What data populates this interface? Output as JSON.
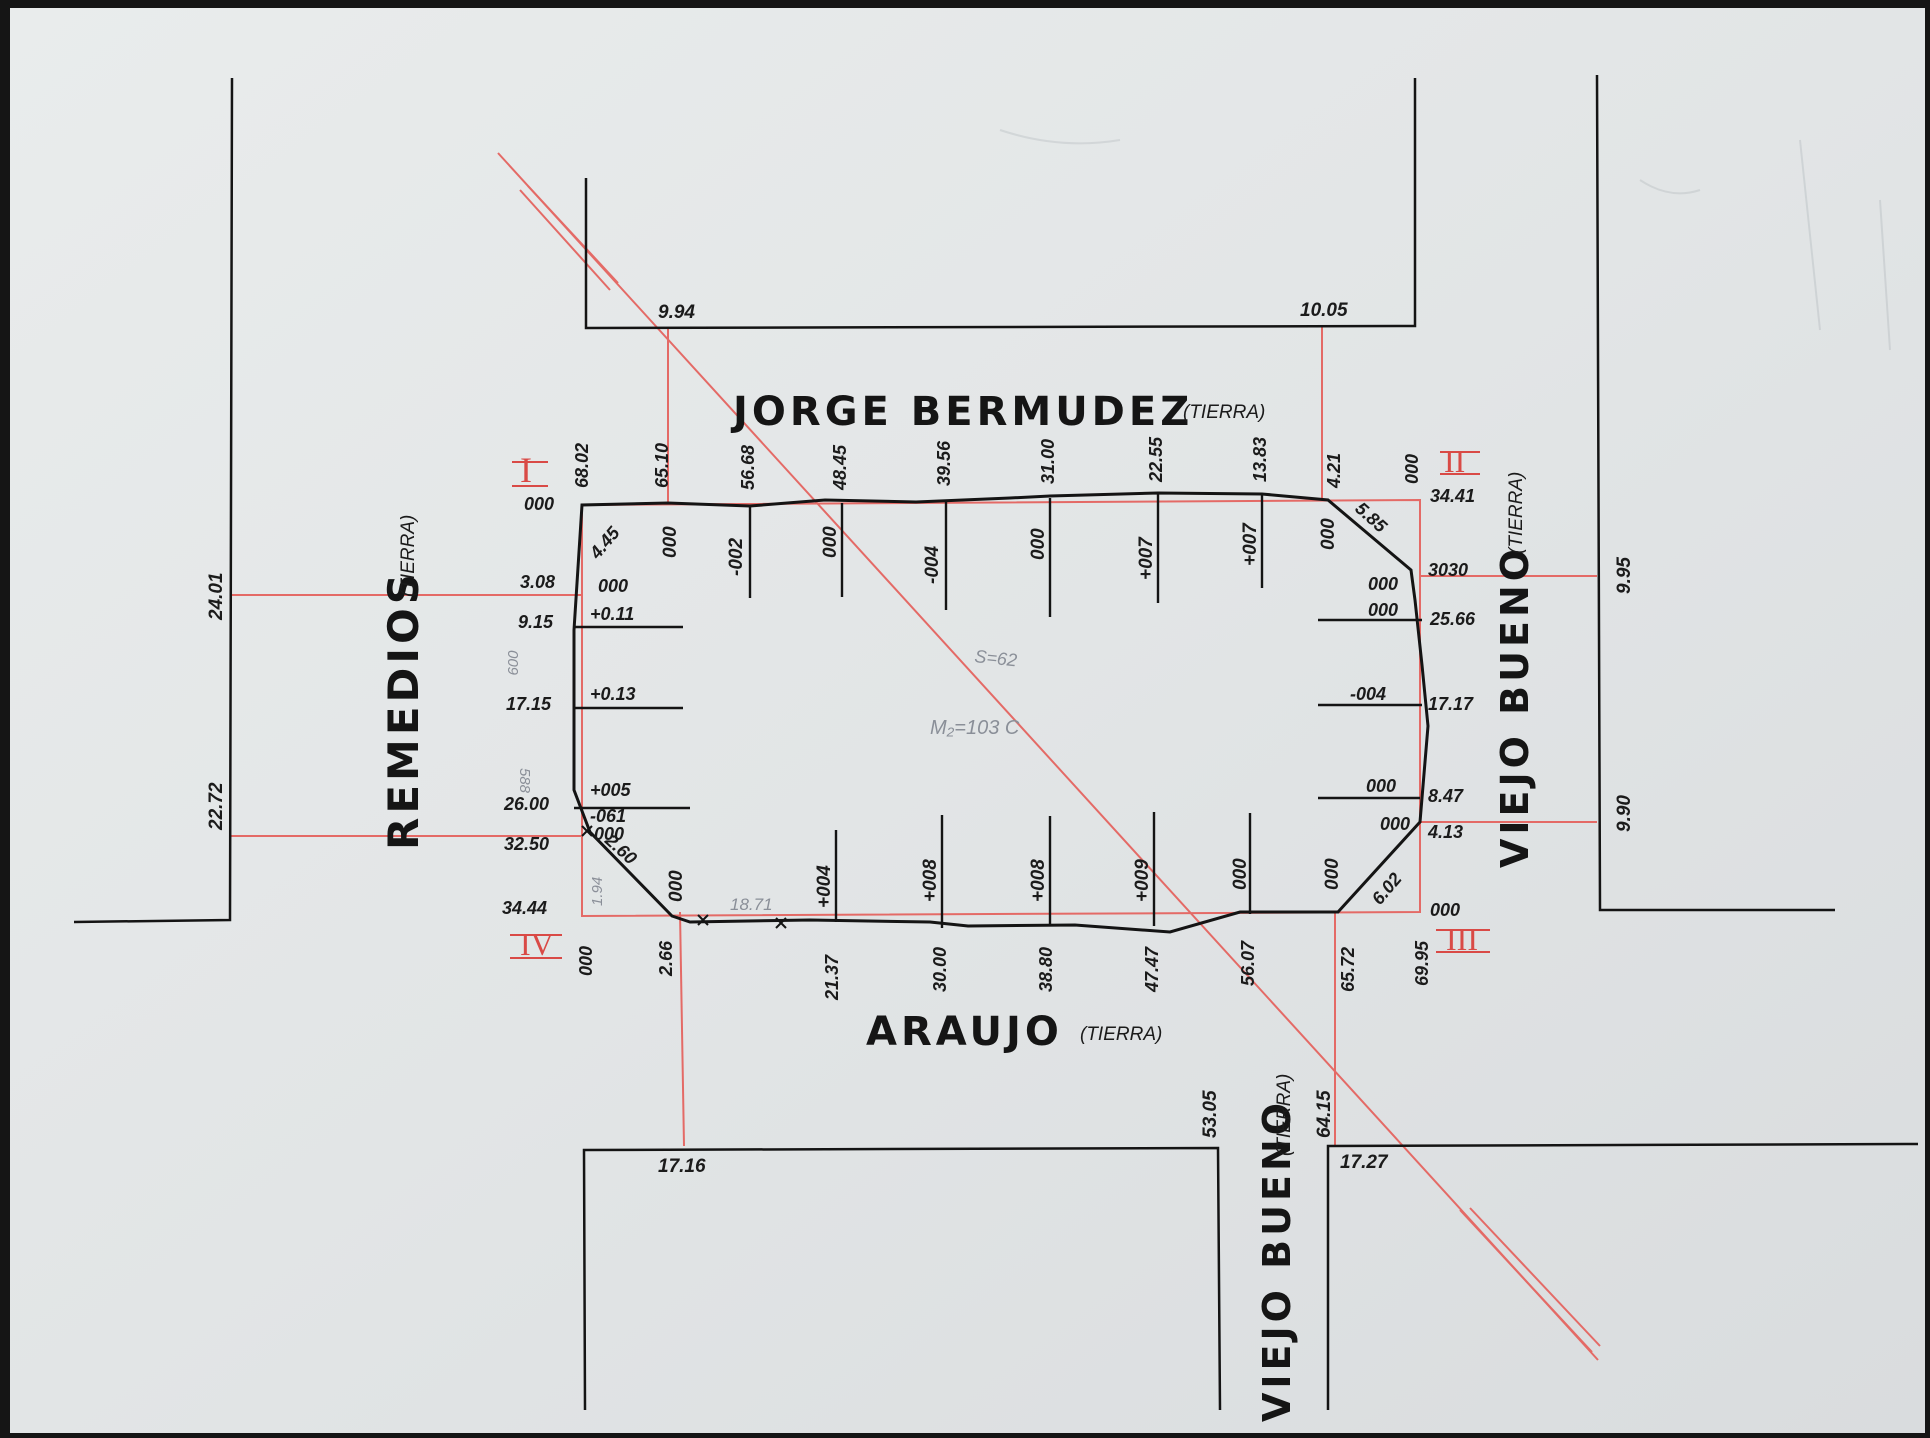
{
  "streets": {
    "north": "JORGE  BERMUDEZ",
    "north_note": "(TIERRA)",
    "west": "REMEDIOS",
    "west_note": "(TIERRA)",
    "south": "ARAUJO",
    "south_note": "(TIERRA)",
    "east": "VIEJO BUENO",
    "east_note": "(TIERRA)",
    "southeast": "VIEJO BUENO",
    "southeast_note": "(TIERRA)"
  },
  "corners": {
    "I": "I",
    "II": "II",
    "III": "III",
    "IV": "IV"
  },
  "street_widths": {
    "north_left": "9.94",
    "north_right": "10.05",
    "west_top": "24.01",
    "west_bottom": "22.72",
    "east_top": "9.95",
    "east_bottom": "9.90",
    "south_left": "17.16",
    "south_right": "17.27",
    "south_a": "53.05",
    "south_b": "64.15"
  },
  "north_stations": [
    "68.02",
    "65.10",
    "56.68",
    "48.45",
    "39.56",
    "31.00",
    "22.55",
    "13.83",
    "4.21",
    "000"
  ],
  "north_levels": [
    "000",
    "-002",
    "000",
    "-004",
    "000",
    "+007",
    "+007",
    "000"
  ],
  "south_stations": [
    "000",
    "2.66",
    "21.37",
    "30.00",
    "38.80",
    "47.47",
    "56.07",
    "65.72",
    "69.95"
  ],
  "south_levels": [
    "000",
    "+004",
    "+008",
    "+008",
    "+009",
    "000",
    "000"
  ],
  "west_stations": [
    "000",
    "3.08",
    "9.15",
    "17.15",
    "26.00",
    "32.50",
    "34.44"
  ],
  "west_levels": [
    "000",
    "+0.11",
    "+0.13",
    "+005",
    "-061",
    "000"
  ],
  "east_stations": [
    "34.41",
    "3030",
    "25.66",
    "17.17",
    "8.47",
    "4.13",
    "000"
  ],
  "east_levels": [
    "000",
    "000",
    "-004",
    "000",
    "000"
  ],
  "chamfers": {
    "nw": "4.45",
    "ne": "5.85",
    "se": "6.02",
    "sw": "2.60",
    "sw_side": "18.71",
    "sw_small": "1.94"
  },
  "annotations": {
    "s": "S=62",
    "m": "M₂=103 C",
    "faint_a": "588",
    "faint_b": "009"
  }
}
